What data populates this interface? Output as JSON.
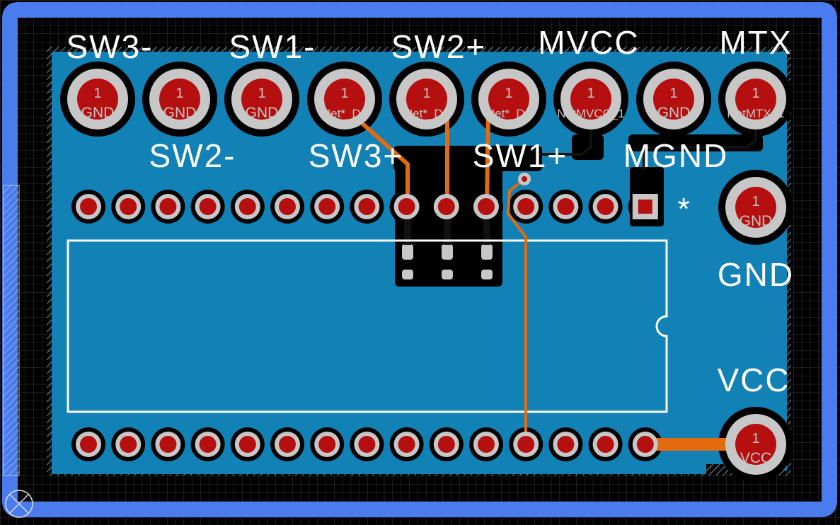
{
  "colors": {
    "background": "#000000",
    "grid": "#3a3a3a",
    "board_outline": "#4a7cf0",
    "copper_pour": "#1181b6",
    "silkscreen": "#ffffff",
    "pad_ring": "#c7c7c7",
    "pad_center": "#b50f0f",
    "trace": "#e36b0f",
    "hatch": "#b8c4d8"
  },
  "silk_labels": [
    "SW3-",
    "SW1-",
    "SW2+",
    "MVCC",
    "MTX",
    "SW2-",
    "SW3+",
    "SW1+",
    "MGND",
    "GND",
    "VCC"
  ],
  "top_pads": [
    {
      "num": "1",
      "net": "GND"
    },
    {
      "num": "1",
      "net": "GND"
    },
    {
      "num": "1",
      "net": "GND"
    },
    {
      "num": "1",
      "net": "Net*_D4"
    },
    {
      "num": "1",
      "net": "Net*_D3"
    },
    {
      "num": "1",
      "net": "Net*_D2"
    },
    {
      "num": "1",
      "net": "NetMVCC_1"
    },
    {
      "num": "1",
      "net": "GND"
    },
    {
      "num": "1",
      "net": "NetMTX_1"
    }
  ],
  "side_pads": [
    {
      "num": "1",
      "net": "GND"
    },
    {
      "num": "1",
      "net": "VCC"
    }
  ],
  "pin1_marker": "*",
  "dip_pin_count": 30
}
